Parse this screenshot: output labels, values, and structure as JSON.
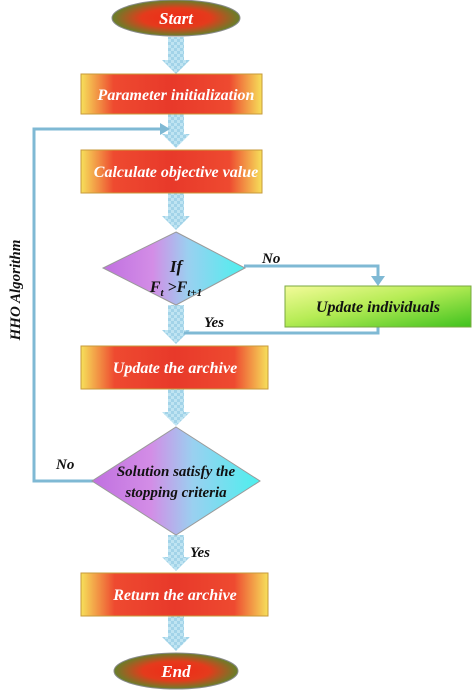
{
  "diagram": {
    "nodes": {
      "start": "Start",
      "param_init": "Parameter initialization",
      "calc_obj": "Calculate objective value",
      "decision_if": "If",
      "decision_cond_base": "F",
      "decision_cond_sub_t": "t",
      "decision_cond_mid": " >F",
      "decision_cond_sub_t1": "t+1",
      "update_individuals": "Update individuals",
      "update_archive": "Update the archive",
      "solution_line1": "Solution satisfy the",
      "solution_line2": "stopping criteria",
      "return_archive": "Return the archive",
      "end": "End"
    },
    "edges": {
      "no_if": "No",
      "yes_if": "Yes",
      "no_solution": "No",
      "yes_solution": "Yes"
    },
    "side_label": "HHO Algorithm"
  },
  "colors": {
    "arrow_fill": "#a8d8ea",
    "arrow_stroke": "#7fb9d4",
    "loop_line": "#7fb9d4",
    "terminal_center": "#ee2b1a",
    "terminal_edge": "#2f9d2f",
    "process_center": "#e8392a",
    "process_edge": "#f6e05a",
    "decision_left": "#c070e0",
    "decision_right": "#4cf0ee",
    "update_light": "#ecf97a",
    "update_dark": "#55d02a"
  }
}
